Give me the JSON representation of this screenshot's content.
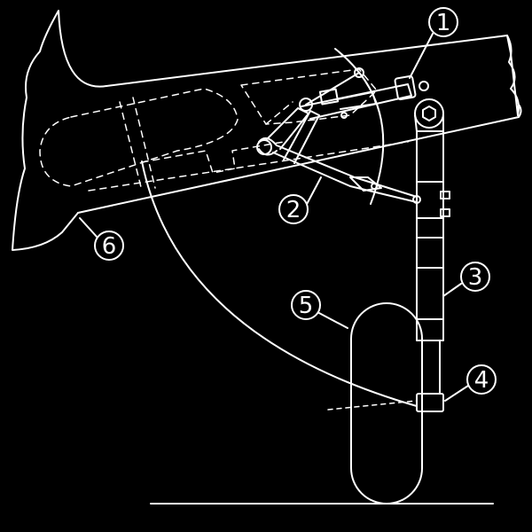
{
  "colors": {
    "background": "#000000",
    "line": "#ffffff"
  },
  "callouts": [
    {
      "id": "1",
      "label": "1"
    },
    {
      "id": "2",
      "label": "2"
    },
    {
      "id": "3",
      "label": "3"
    },
    {
      "id": "4",
      "label": "4"
    },
    {
      "id": "5",
      "label": "5"
    },
    {
      "id": "6",
      "label": "6"
    }
  ]
}
